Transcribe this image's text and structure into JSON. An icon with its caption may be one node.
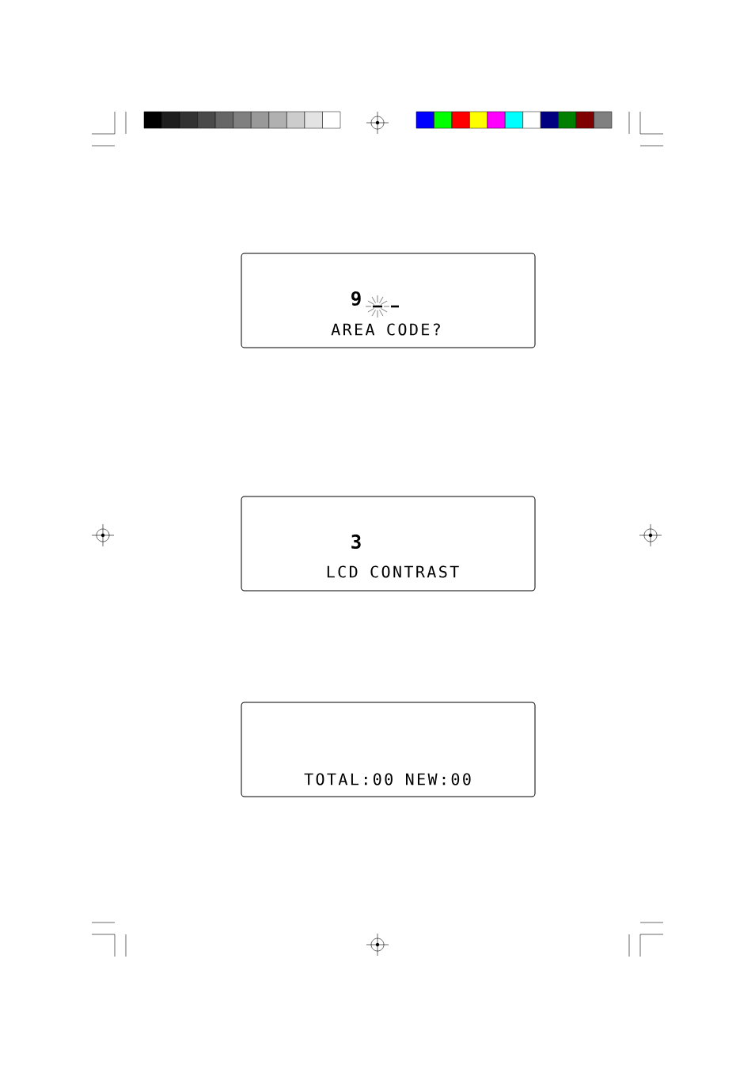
{
  "diagram": {
    "nodes": [
      {
        "text": [
          "9",
          "AREA CODE?"
        ]
      },
      {
        "text": [
          "3",
          "LCD CONTRAST"
        ]
      },
      {
        "text": [
          "TOTAL:00 NEW:00"
        ]
      }
    ]
  }
}
